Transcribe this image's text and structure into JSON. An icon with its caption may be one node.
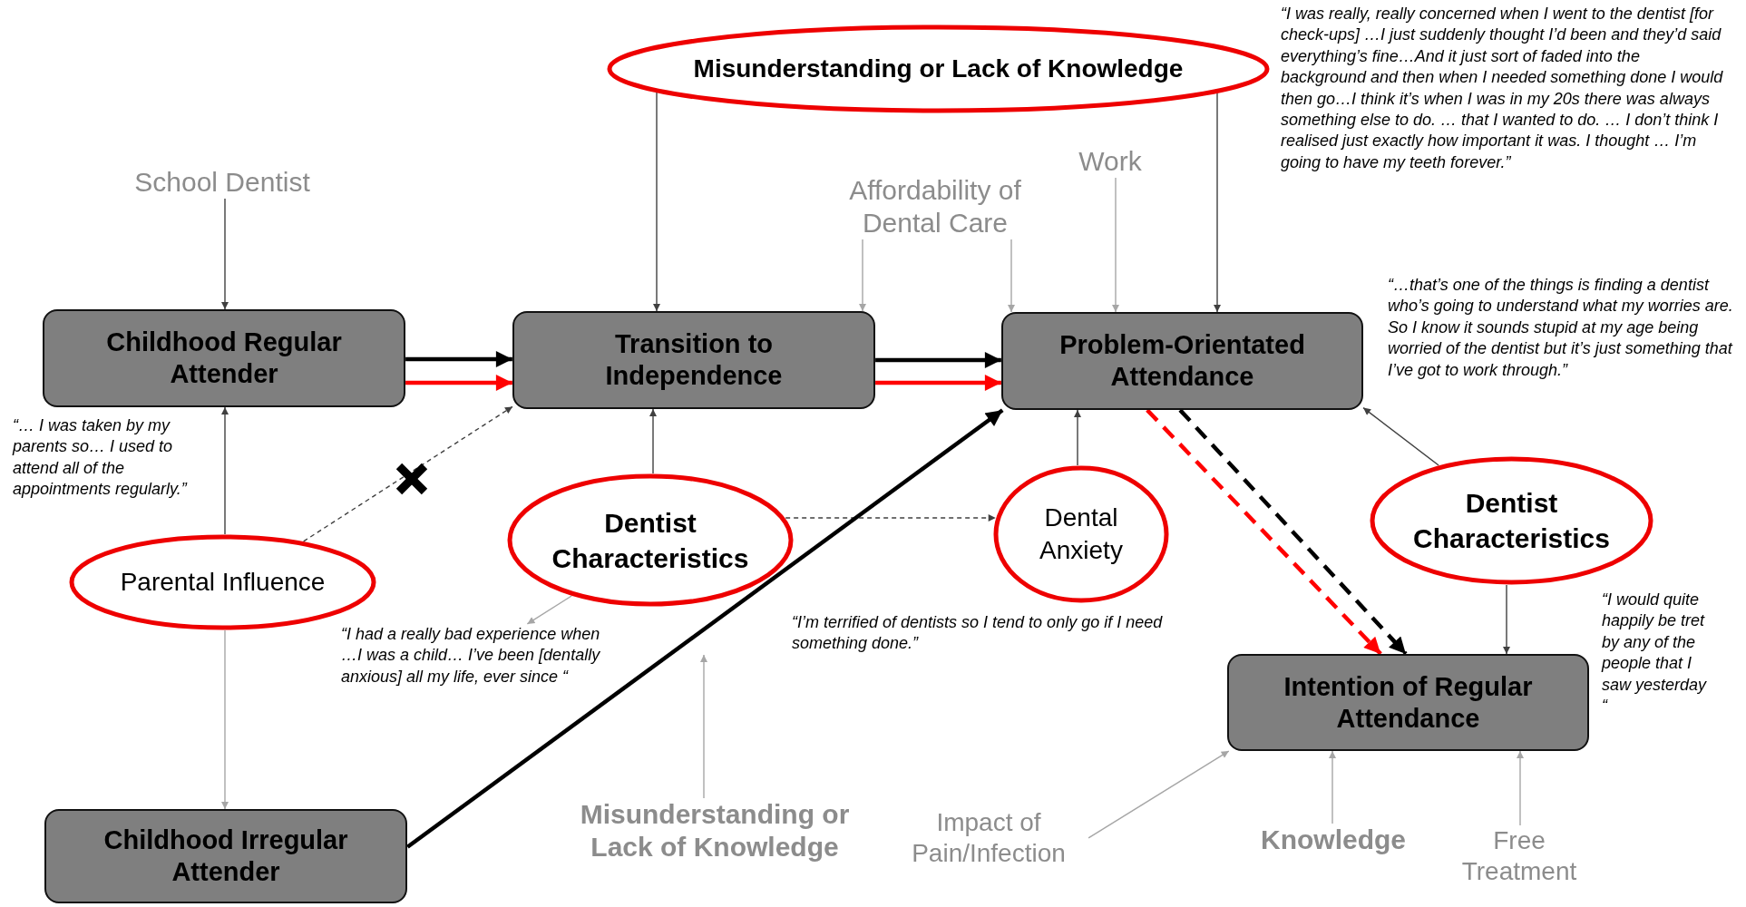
{
  "diagram": {
    "nodes": [
      {
        "text": [
          "Misunderstanding or Lack of Knowledge"
        ]
      },
      {
        "text": [
          "School Dentist"
        ]
      },
      {
        "text": [
          "Affordability of Dental Care"
        ]
      },
      {
        "text": [
          "Work"
        ]
      },
      {
        "text": [
          "Childhood Regular Attender"
        ]
      },
      {
        "text": [
          "Transition to Independence"
        ]
      },
      {
        "text": [
          "Problem-Orientated Attendance"
        ]
      },
      {
        "text": [
          "Parental Influence"
        ]
      },
      {
        "text": [
          "Dentist Characteristics"
        ]
      },
      {
        "text": [
          "Dental Anxiety"
        ]
      },
      {
        "text": [
          "Dentist Characteristics"
        ]
      },
      {
        "text": [
          "Intention of Regular Attendance"
        ]
      },
      {
        "text": [
          "Childhood Irregular Attender"
        ]
      },
      {
        "text": [
          "Misunderstanding or Lack of Knowledge"
        ]
      },
      {
        "text": [
          "Impact of Pain/Infection"
        ]
      },
      {
        "text": [
          "Knowledge"
        ]
      },
      {
        "text": [
          "Free Treatment"
        ]
      },
      {
        "text": [
          "“I had a really bad experience when …I was a child… I’ve been [dentally anxious] all my life, ever since “"
        ]
      }
    ],
    "edges": [
      {
        "from": 0,
        "to": 5,
        "arrow": "to",
        "color": "#404040"
      },
      {
        "from": 0,
        "to": 6,
        "arrow": "to",
        "color": "#404040"
      },
      {
        "from": 1,
        "to": 4,
        "arrow": "to",
        "color": "#404040"
      },
      {
        "from": 2,
        "to": 5,
        "arrow": "to",
        "color": "#a6a6a6"
      },
      {
        "from": 2,
        "to": 6,
        "arrow": "to",
        "color": "#a6a6a6"
      },
      {
        "from": 3,
        "to": 6,
        "arrow": "to",
        "color": "#a6a6a6"
      },
      {
        "from": 4,
        "to": 5,
        "arrow": "to",
        "style": "thick",
        "color": "#000000"
      },
      {
        "from": 4,
        "to": 5,
        "arrow": "to",
        "style": "thick",
        "color": "#ff0000"
      },
      {
        "from": 5,
        "to": 6,
        "arrow": "to",
        "style": "thick",
        "color": "#000000"
      },
      {
        "from": 5,
        "to": 6,
        "arrow": "to",
        "style": "thick",
        "color": "#ff0000"
      },
      {
        "from": 7,
        "to": 4,
        "arrow": "to",
        "color": "#404040"
      },
      {
        "from": 7,
        "to": 12,
        "arrow": "to",
        "color": "#a6a6a6"
      },
      {
        "from": 7,
        "to": 5,
        "arrow": "to",
        "style": "dashed",
        "color": "#404040"
      },
      {
        "from": 8,
        "to": 5,
        "arrow": "to",
        "color": "#404040"
      },
      {
        "from": 8,
        "to": 9,
        "arrow": "to",
        "style": "dashed",
        "color": "#404040"
      },
      {
        "from": 8,
        "to": 17,
        "arrow": "to",
        "color": "#a6a6a6"
      },
      {
        "from": 9,
        "to": 6,
        "arrow": "to",
        "color": "#404040"
      },
      {
        "from": 10,
        "to": 6,
        "arrow": "to",
        "color": "#404040"
      },
      {
        "from": 10,
        "to": 11,
        "arrow": "to",
        "color": "#404040"
      },
      {
        "from": 12,
        "to": 6,
        "arrow": "to",
        "style": "thick",
        "color": "#000000"
      },
      {
        "from": 6,
        "to": 11,
        "arrow": "to",
        "style": "dashed",
        "color": "#000000"
      },
      {
        "from": 6,
        "to": 11,
        "arrow": "to",
        "style": "dashed",
        "color": "#ff0000"
      },
      {
        "from": 13,
        "to": null,
        "arrow": "to",
        "color": "#a6a6a6"
      },
      {
        "from": 14,
        "to": 11,
        "arrow": "to",
        "color": "#a6a6a6"
      },
      {
        "from": 15,
        "to": 11,
        "arrow": "to",
        "color": "#a6a6a6"
      },
      {
        "from": 16,
        "to": 11,
        "arrow": "to",
        "color": "#a6a6a6"
      }
    ],
    "labels": [
      "“I was really, really concerned when I went to the dentist [for check-ups] …I just suddenly thought I’d been and they’d said everything’s fine…And it just sort of faded into the background and then when I needed something done I would then go…I think it’s when I was in my 20s there was always something else to do. … that I wanted to do. … I don’t think I realised just exactly how important it was. I thought … I’m going to have my teeth forever.”",
      "“…that’s one of the things is finding a dentist who’s going to understand what my worries are. So I know it sounds stupid at my age being worried of the dentist but it’s just something that I’ve got to work through.”",
      "“… I was taken by my parents so… I used to attend all of the appointments regularly.”",
      "“I’m terrified of dentists so I tend to only go if I need something done.”",
      "“I would quite happily be tret by any of the people that I saw yesterday “"
    ]
  }
}
